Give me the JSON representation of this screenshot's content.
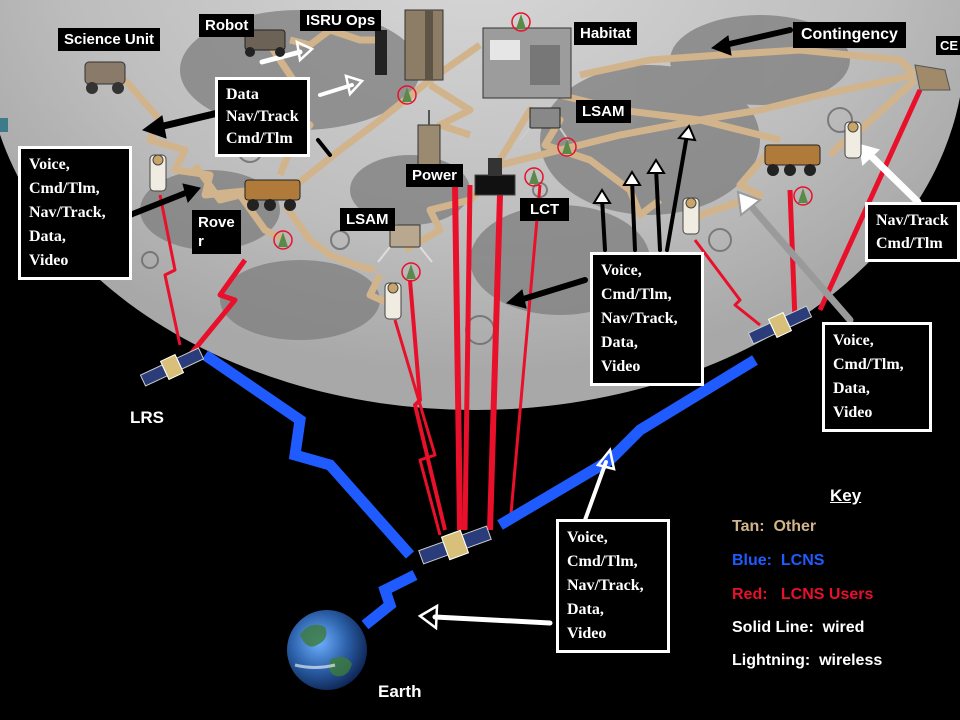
{
  "colors": {
    "tan": "#D2B48C",
    "blue": "#1F5BFF",
    "red": "#E8102A",
    "white": "#FFFFFF",
    "gray": "#9A9A9A",
    "moon": "#BDBDBD",
    "background": "#000000"
  },
  "nodes": {
    "science_unit": "Science Unit",
    "robot": "Robot",
    "isru_ops": "ISRU Ops",
    "habitat": "Habitat",
    "contingency": "Contingency",
    "cev": "CE",
    "lsam_top": "LSAM",
    "power": "Power",
    "lct": "LCT",
    "lsam_left": "LSAM",
    "rover": "Rove\nr",
    "lrs": "LRS",
    "earth": "Earth"
  },
  "callouts": {
    "data_nav_cmd": "Data\nNav/Track\nCmd/Tlm",
    "rover_links": "Voice,\nCmd/Tlm,\nNav/Track,\nData,\nVideo",
    "center_links": "Voice,\nCmd/Tlm,\nNav/Track,\nData,\nVideo",
    "right_nav": "Nav/Track\nCmd/Tlm",
    "right_relay": "Voice,\nCmd/Tlm,\nData,\nVideo",
    "earth_links": "Voice,\nCmd/Tlm,\nNav/Track,\nData,\nVideo"
  },
  "key": {
    "title": "Key",
    "tan": "Tan:  Other",
    "blue": "Blue:  LCNS",
    "red": "Red:   LCNS Users",
    "solid": "Solid Line:  wired",
    "lightning": "Lightning:  wireless"
  }
}
